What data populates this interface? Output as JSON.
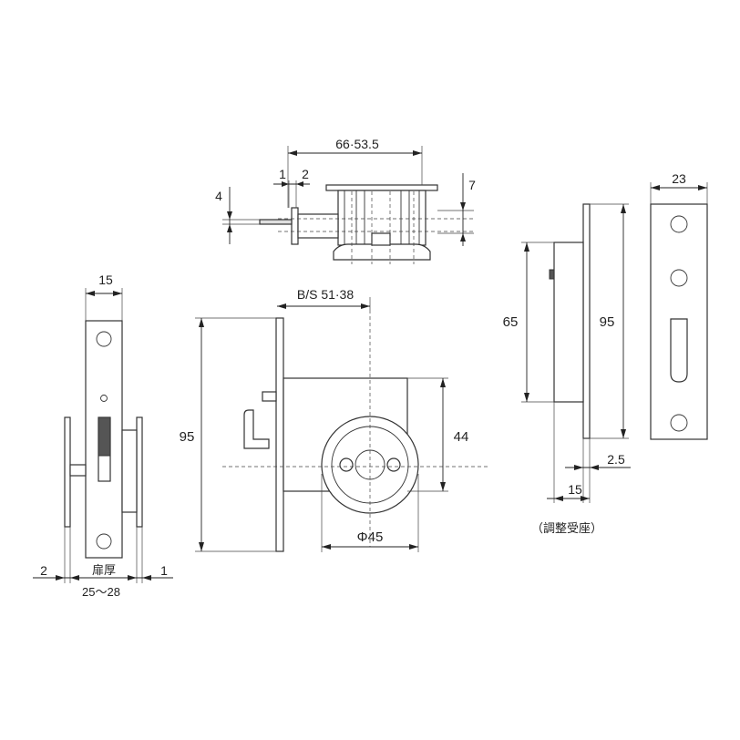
{
  "labels": {
    "top_width": "66·53.5",
    "top_gap_1": "1",
    "top_gap_2": "2",
    "top_4": "4",
    "top_7": "7",
    "left_width": "15",
    "left_2": "2",
    "left_1": "1",
    "left_door_thickness_label": "扉厚",
    "left_door_thickness_range": "25～28",
    "center_backset": "B/S 51·38",
    "center_95": "95",
    "center_44": "44",
    "center_diameter": "Φ45",
    "right_width": "23",
    "right_65": "65",
    "right_95": "95",
    "right_2_5": "2.5",
    "right_15": "15",
    "right_caption": "（調整受座）"
  }
}
